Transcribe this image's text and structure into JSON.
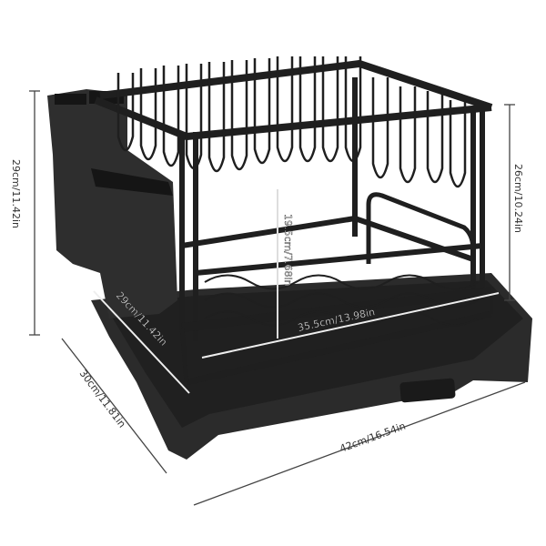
{
  "colors": {
    "rack": "#1f1f1f",
    "tray": "#2a2a2a",
    "dimension_line": "#444444"
  },
  "dimensions": {
    "total_height": "29cm/11.42in",
    "rack_height": "26cm/10.24in",
    "tier_gap": "19.5cm/7.68in",
    "rack_width": "35.5cm/13.98in",
    "rack_depth": "29cm/11.42in",
    "tray_depth": "30cm/11.81in",
    "tray_width": "42cm/16.54in"
  }
}
